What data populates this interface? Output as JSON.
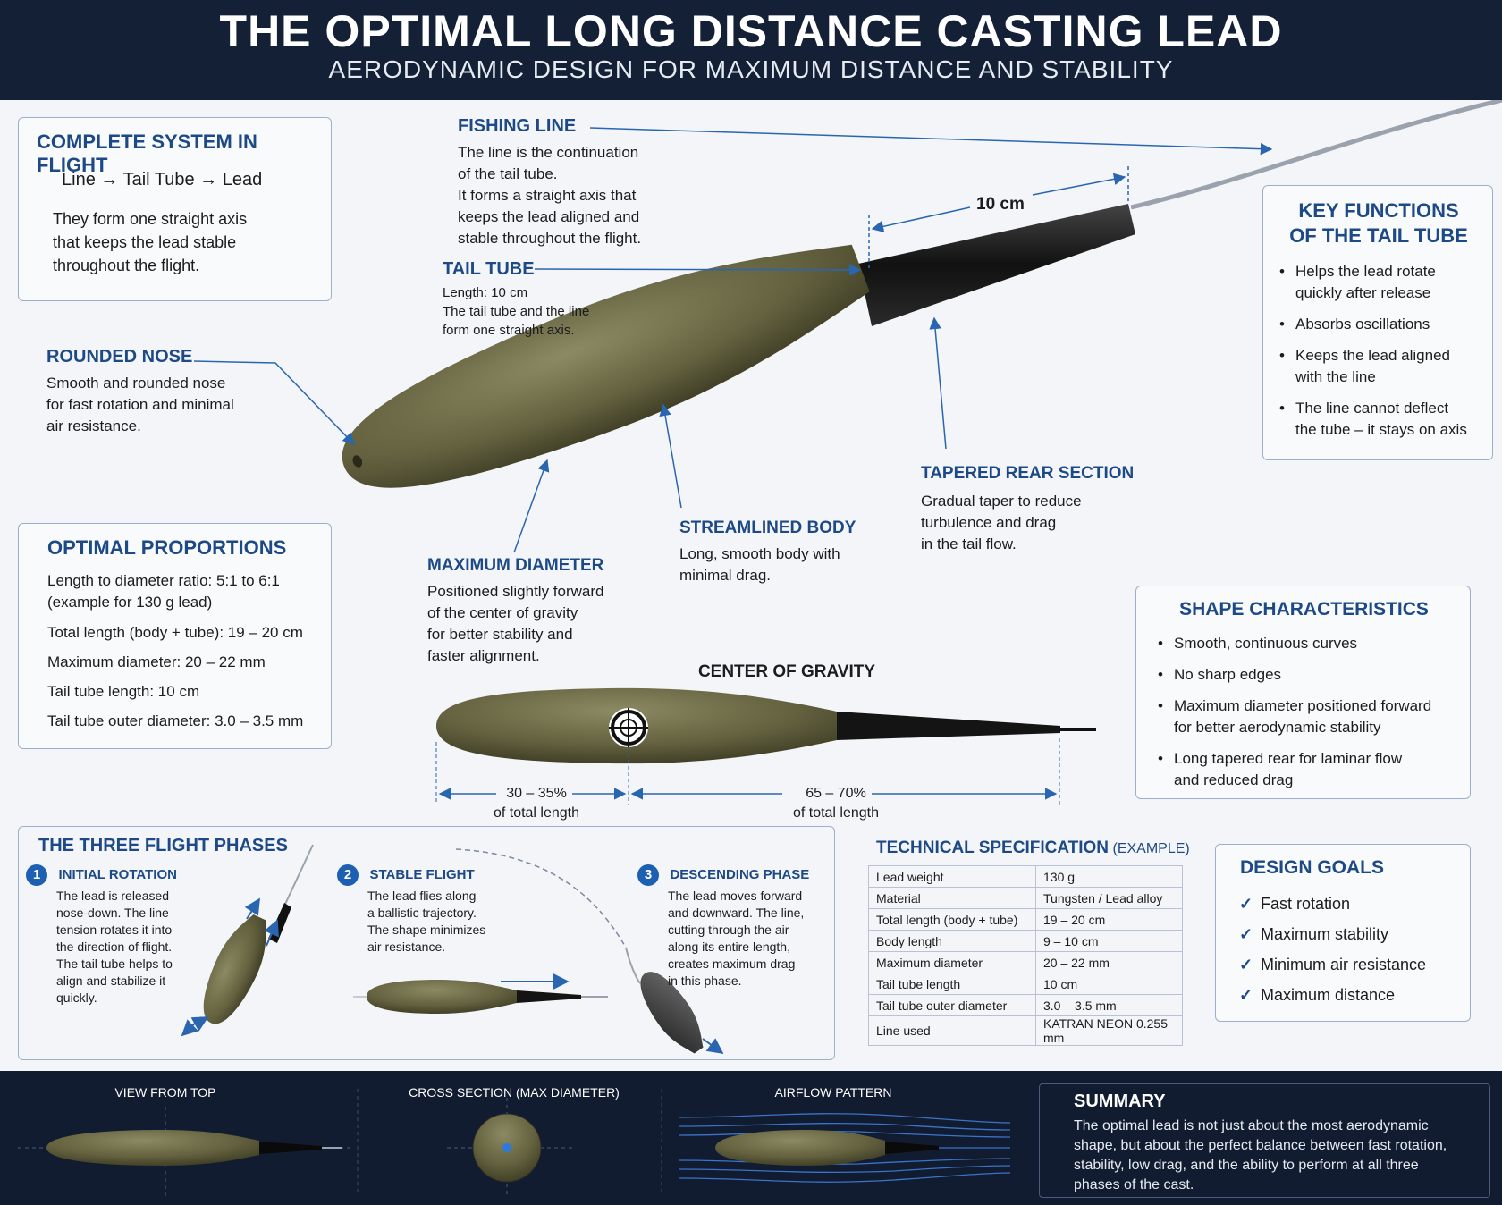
{
  "header": {
    "title": "THE OPTIMAL LONG DISTANCE CASTING LEAD",
    "subtitle": "AERODYNAMIC DESIGN FOR MAXIMUM DISTANCE AND STABILITY"
  },
  "system": {
    "title": "COMPLETE SYSTEM IN FLIGHT",
    "chain": "Line → Tail Tube → Lead",
    "text": [
      "They form one straight axis",
      "that keeps the lead stable",
      "throughout the flight."
    ]
  },
  "fishing_line": {
    "title": "FISHING LINE",
    "text": [
      "The line is the continuation",
      "of the tail tube.",
      "It forms a straight axis that",
      "keeps the lead aligned and",
      "stable throughout the flight."
    ]
  },
  "tail_tube": {
    "title": "TAIL TUBE",
    "text": [
      "Length: 10 cm",
      "The tail tube and the line",
      "form one straight axis."
    ],
    "dimension": "10 cm"
  },
  "rounded_nose": {
    "title": "ROUNDED NOSE",
    "text": [
      "Smooth and rounded nose",
      "for fast rotation and minimal",
      "air resistance."
    ]
  },
  "key_functions": {
    "title_1": "KEY FUNCTIONS",
    "title_2": "OF THE TAIL TUBE",
    "items": [
      [
        "Helps the lead rotate",
        "quickly after release"
      ],
      [
        "Absorbs oscillations"
      ],
      [
        "Keeps the lead aligned",
        "with the line"
      ],
      [
        "The line cannot deflect",
        "the tube – it stays on axis"
      ]
    ]
  },
  "tapered_rear": {
    "title": "TAPERED REAR SECTION",
    "text": [
      "Gradual taper to reduce",
      "turbulence and drag",
      "in the tail flow."
    ]
  },
  "streamlined_body": {
    "title": "STREAMLINED BODY",
    "text": [
      "Long, smooth body with",
      "minimal drag."
    ]
  },
  "max_diameter": {
    "title": "MAXIMUM DIAMETER",
    "text": [
      "Positioned slightly forward",
      "of the center of gravity",
      "for better stability and",
      "faster alignment."
    ]
  },
  "proportions": {
    "title": "OPTIMAL PROPORTIONS",
    "lines": [
      [
        "Length to diameter ratio: 5:1 to 6:1",
        "(example for 130 g lead)"
      ],
      [
        "Total length (body + tube): 19 – 20 cm"
      ],
      [
        "Maximum diameter: 20 – 22 mm"
      ],
      [
        "Tail tube length: 10 cm"
      ],
      [
        "Tail tube outer diameter: 3.0 – 3.5 mm"
      ]
    ]
  },
  "cog": {
    "title": "CENTER OF GRAVITY",
    "front_pct": "30 – 35%",
    "front_sub": "of total length",
    "rear_pct": "65 – 70%",
    "rear_sub": "of total length"
  },
  "shape": {
    "title": "SHAPE CHARACTERISTICS",
    "items": [
      [
        "Smooth, continuous curves"
      ],
      [
        "No sharp edges"
      ],
      [
        "Maximum diameter positioned forward",
        "for better aerodynamic stability"
      ],
      [
        "Long tapered rear for laminar flow",
        "and reduced drag"
      ]
    ]
  },
  "phases": {
    "title": "THE THREE FLIGHT PHASES",
    "items": [
      {
        "num": "1",
        "title": "INITIAL ROTATION",
        "text": [
          "The lead is released",
          "nose-down. The line",
          "tension rotates it into",
          "the direction of flight.",
          "The tail tube helps to",
          "align and stabilize it",
          "quickly."
        ]
      },
      {
        "num": "2",
        "title": "STABLE FLIGHT",
        "text": [
          "The lead flies along",
          "a ballistic trajectory.",
          "The shape minimizes",
          "air resistance."
        ]
      },
      {
        "num": "3",
        "title": "DESCENDING PHASE",
        "text": [
          "The lead moves forward",
          "and downward. The line,",
          "cutting through the air",
          "along its entire length,",
          "creates maximum drag",
          "in this phase."
        ]
      }
    ]
  },
  "spec": {
    "title": "TECHNICAL SPECIFICATION",
    "title_suffix": "(EXAMPLE)",
    "rows": [
      [
        "Lead weight",
        "130 g"
      ],
      [
        "Material",
        "Tungsten / Lead alloy"
      ],
      [
        "Total length (body + tube)",
        "19 – 20 cm"
      ],
      [
        "Body length",
        "9 – 10 cm"
      ],
      [
        "Maximum diameter",
        "20 – 22 mm"
      ],
      [
        "Tail tube length",
        "10 cm"
      ],
      [
        "Tail tube outer diameter",
        "3.0 – 3.5 mm"
      ],
      [
        "Line used",
        "KATRAN NEON 0.255 mm"
      ]
    ]
  },
  "goals": {
    "title": "DESIGN GOALS",
    "items": [
      "Fast rotation",
      "Maximum stability",
      "Minimum air resistance",
      "Maximum distance"
    ]
  },
  "footer": {
    "view_top": "VIEW FROM TOP",
    "cross_section": "CROSS SECTION (MAX DIAMETER)",
    "airflow": "AIRFLOW PATTERN",
    "summary_title": "SUMMARY",
    "summary_text": [
      "The optimal lead is not just about the most aerodynamic",
      "shape, but about the perfect balance between fast rotation,",
      "stability, low drag, and the ability to perform at all three",
      "phases of the cast."
    ]
  },
  "colors": {
    "navy": "#142036",
    "accent_blue": "#1d4a86",
    "lead_olive": "#6b6b4a",
    "tube_black": "#1a1a1a"
  }
}
